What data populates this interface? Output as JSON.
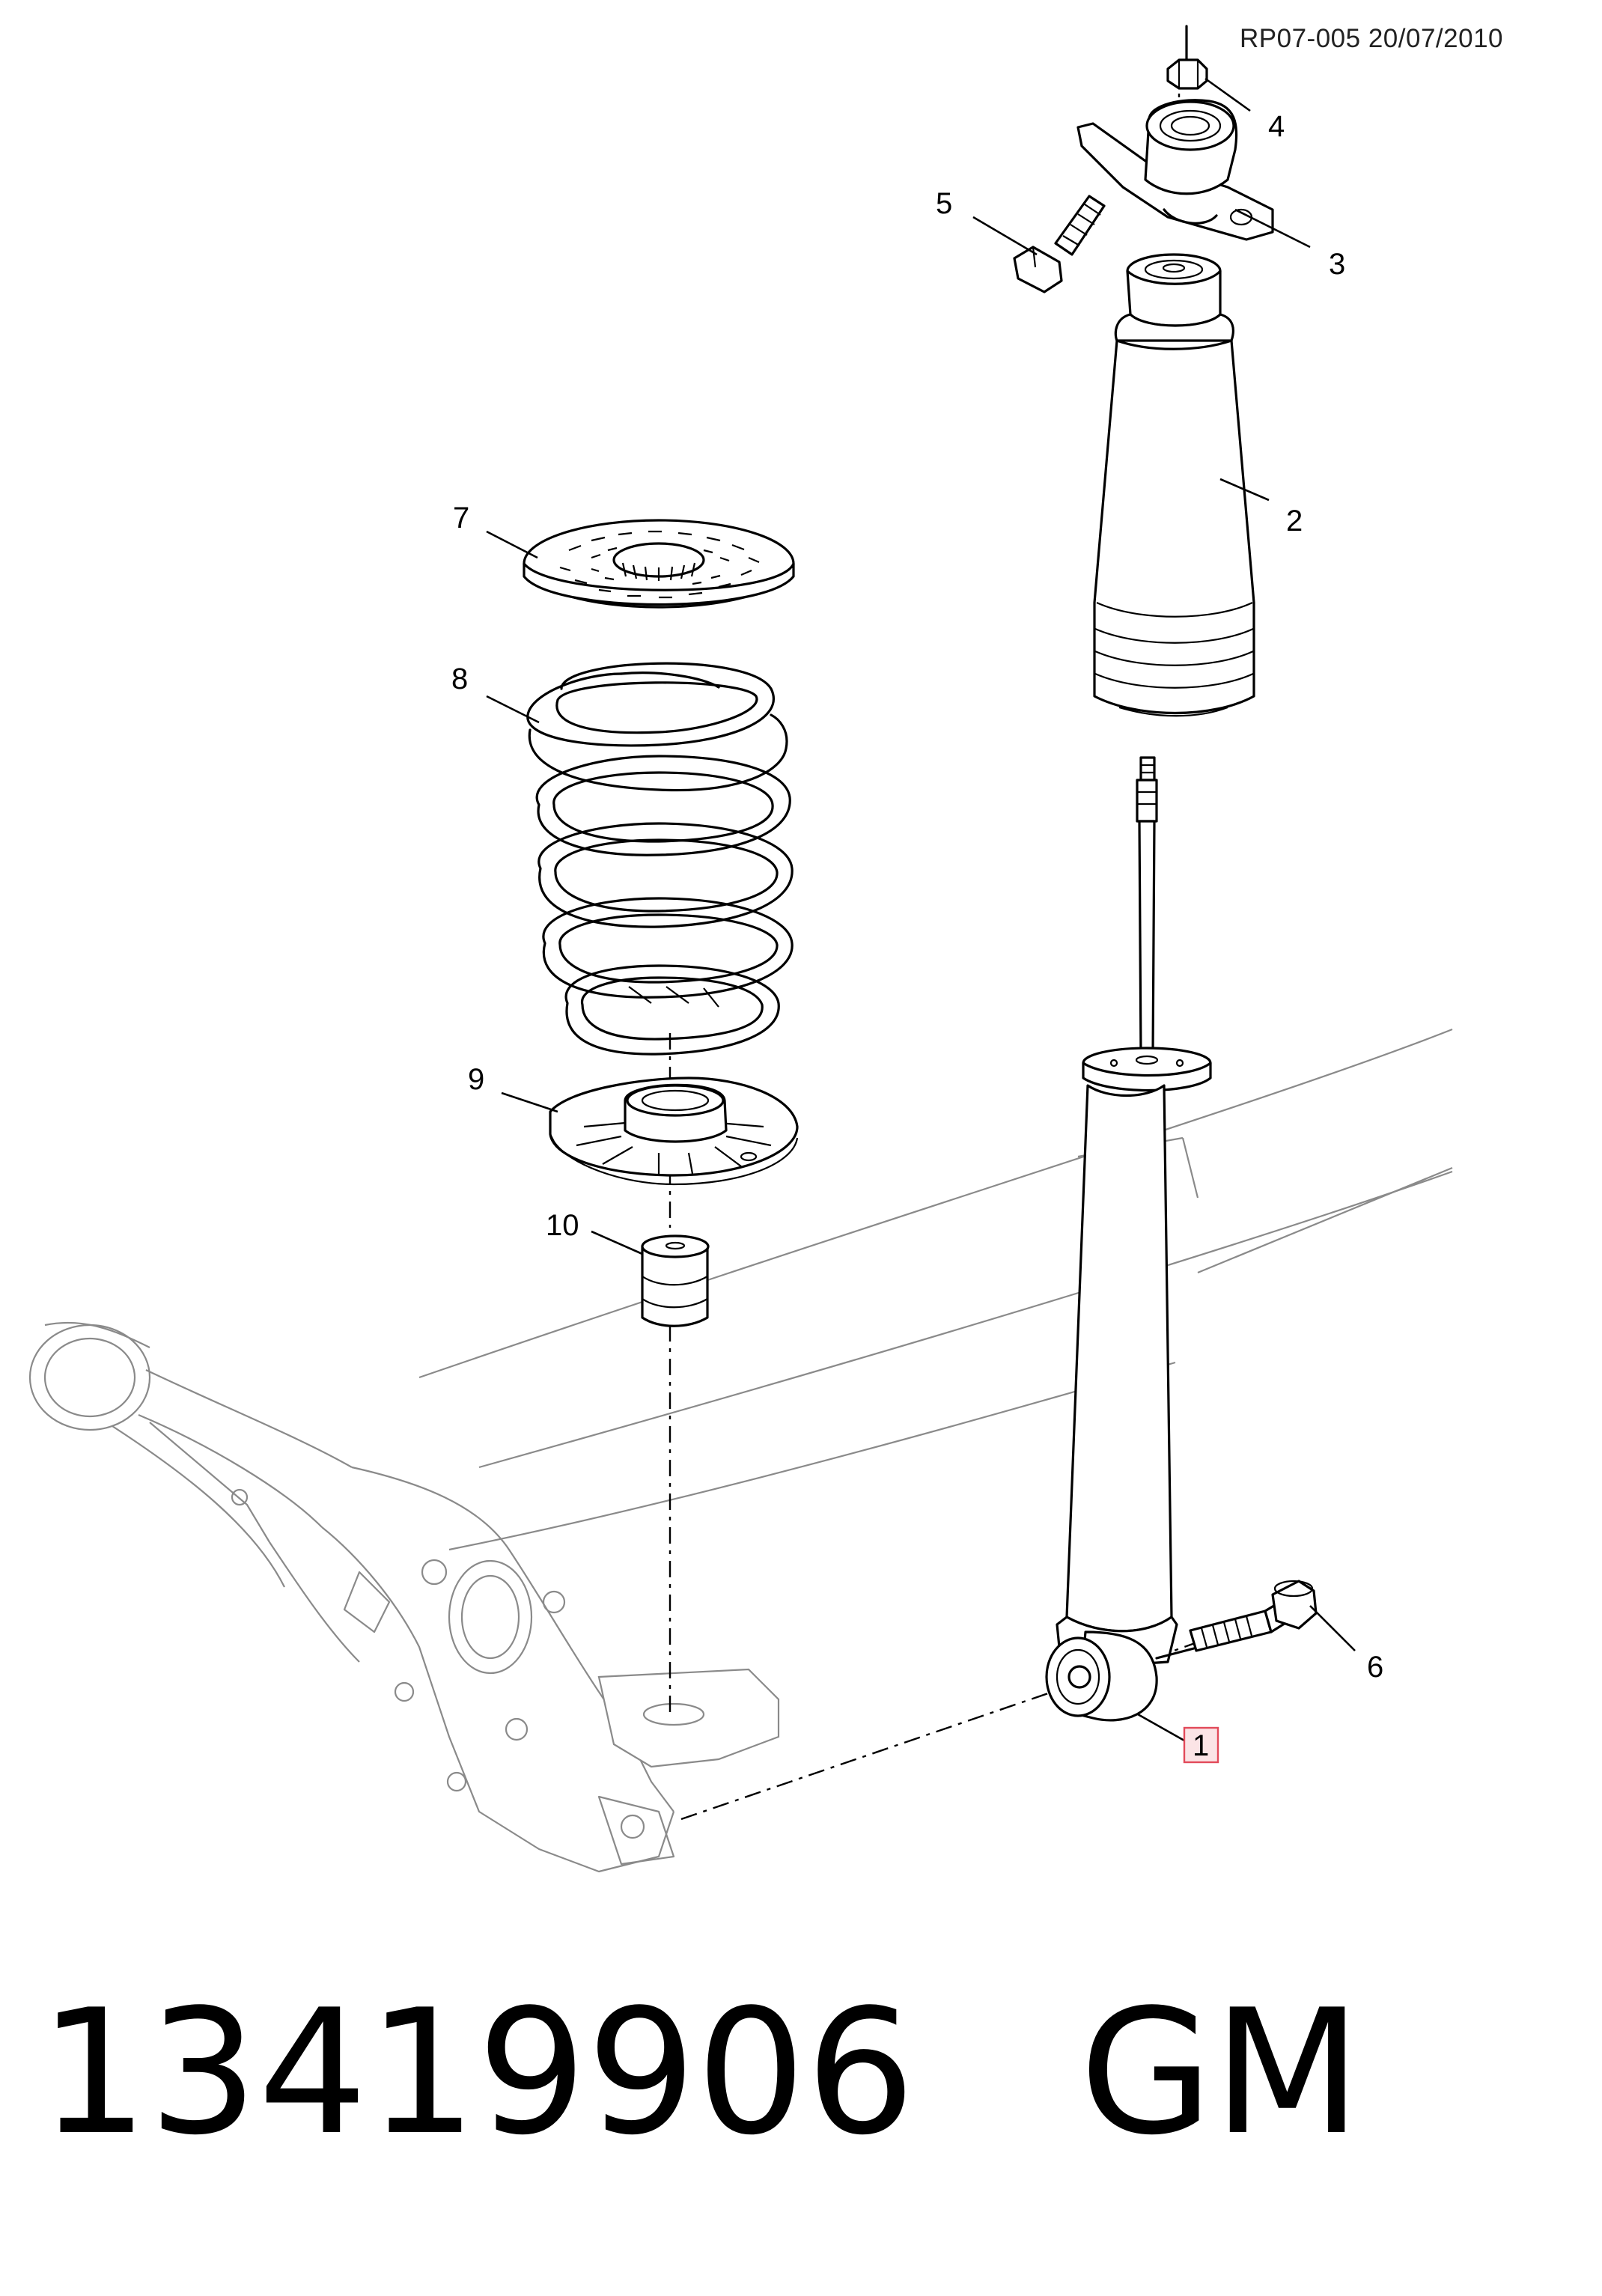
{
  "header": {
    "reference": "RP07-005 20/07/2010"
  },
  "footer": {
    "part_number": "13419906",
    "brand": "GM"
  },
  "callouts": {
    "c1": "1",
    "c2": "2",
    "c3": "3",
    "c4": "4",
    "c5": "5",
    "c6": "6",
    "c7": "7",
    "c8": "8",
    "c9": "9",
    "c10": "10"
  },
  "highlight": {
    "callout": "1",
    "color": "#e24a5a",
    "fill": "#fbe4e6"
  }
}
